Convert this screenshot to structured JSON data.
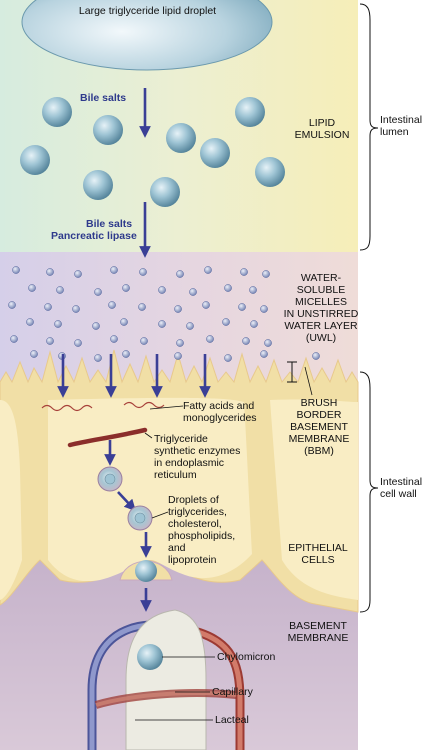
{
  "labels": {
    "droplet": "Large triglyceride lipid droplet",
    "bile_salts_1": "Bile salts",
    "lipid_emulsion": [
      "LIPID",
      "EMULSION"
    ],
    "intestinal_lumen": [
      "Intestinal",
      "lumen"
    ],
    "bile_salts_2": "Bile salts",
    "pancreatic_lipase": "Pancreatic lipase",
    "micelles": [
      "WATER-",
      "SOLUBLE",
      "MICELLES",
      "IN UNSTIRRED",
      "WATER LAYER",
      "(UWL)"
    ],
    "fatty_acids": [
      "Fatty acids and",
      "monoglycerides"
    ],
    "brush_border": [
      "BRUSH",
      "BORDER",
      "BASEMENT",
      "MEMBRANE",
      "(BBM)"
    ],
    "triglyceride_enzymes": [
      "Triglyceride",
      "synthetic enzymes",
      "in endoplasmic",
      "reticulum"
    ],
    "intestinal_cell_wall": [
      "Intestinal",
      "cell wall"
    ],
    "droplets_of": [
      "Droplets of",
      "triglycerides,",
      "cholesterol,",
      "phospholipids,",
      "and",
      "lipoprotein"
    ],
    "epithelial_cells": [
      "EPITHELIAL",
      "CELLS"
    ],
    "basement_membrane": [
      "BASEMENT",
      "MEMBRANE"
    ],
    "chylomicron": "Chylomicron",
    "capillary": "Capillary",
    "lacteal": "Lacteal"
  }
}
